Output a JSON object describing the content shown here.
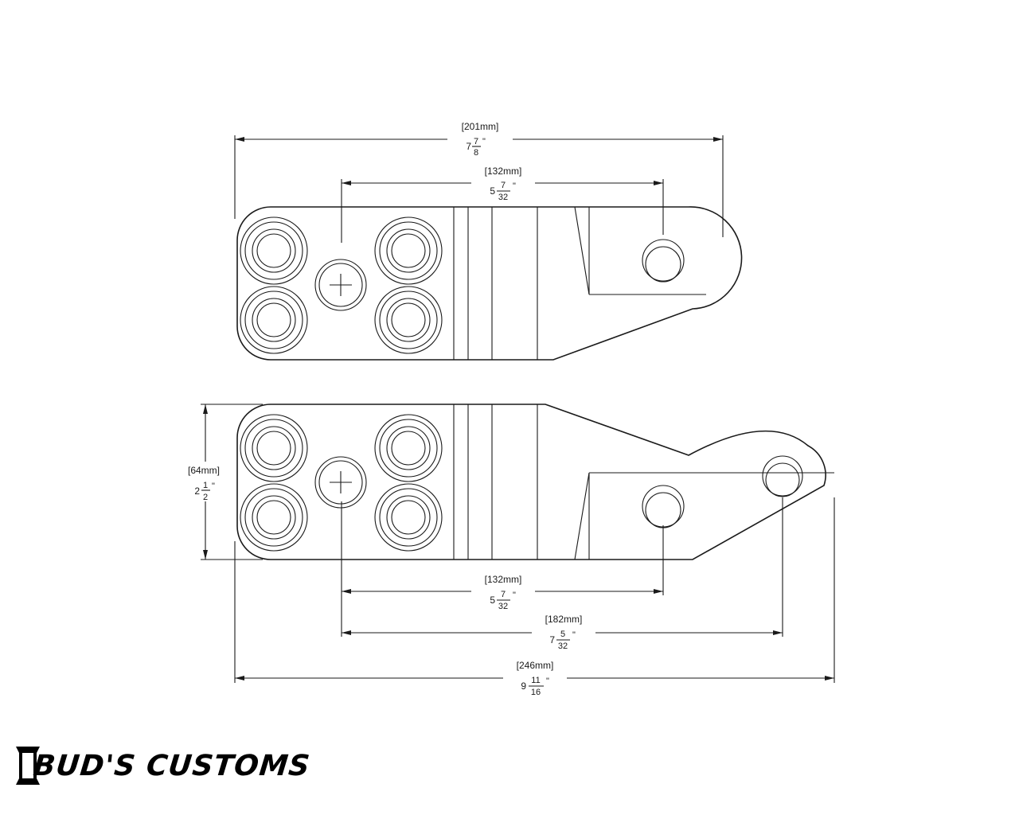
{
  "diagram": {
    "top_view": {
      "overall": {
        "metric": "201mm",
        "whole": "7",
        "num": "7",
        "den": "8",
        "unit": "\""
      },
      "bolt_to_hole": {
        "metric": "132mm",
        "whole": "5",
        "num": "7",
        "den": "32",
        "unit": "\""
      }
    },
    "bottom_view": {
      "height": {
        "metric": "64mm",
        "whole": "2",
        "num": "1",
        "den": "2",
        "unit": "\""
      },
      "bolt_to_hole": {
        "metric": "132mm",
        "whole": "5",
        "num": "7",
        "den": "32",
        "unit": "\""
      },
      "bolt_to_far_hole": {
        "metric": "182mm",
        "whole": "7",
        "num": "5",
        "den": "32",
        "unit": "\""
      },
      "overall": {
        "metric": "246mm",
        "whole": "9",
        "num": "11",
        "den": "16",
        "unit": "\""
      }
    }
  },
  "brand": {
    "logo_text": "BUD'S CUSTOMS"
  }
}
